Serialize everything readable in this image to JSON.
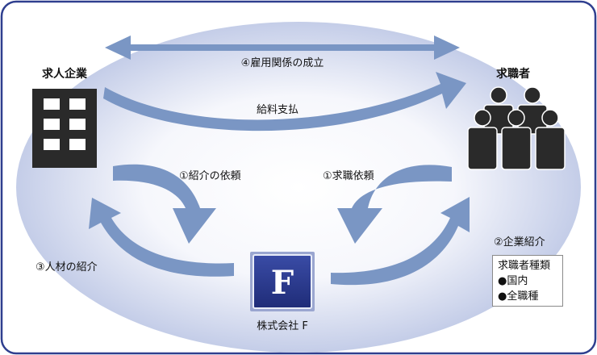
{
  "colors": {
    "border": "#2f3f8f",
    "arrow": "#7a96c4",
    "ellipse_edge": "#c7d0ea",
    "ellipse_center": "#ffffff",
    "dark": "#2a2a2a",
    "logo": "#2a3a8c"
  },
  "labels": {
    "employer": "求人企業",
    "job_seeker": "求職者",
    "employment": "④雇用関係の成立",
    "salary": "給料支払",
    "referral_request": "①紹介の依頼",
    "job_request": "①求職依頼",
    "talent_referral": "③人材の紹介",
    "company_referral": "②企業紹介",
    "company_f": "株式会社 F",
    "logo_letter": "F"
  },
  "seeker_types": {
    "title": "求職者種類",
    "items": [
      "●国内",
      "●全職種"
    ]
  },
  "icons": {
    "employer": "office-building-icon",
    "job_seeker": "people-group-icon",
    "company": "company-logo-icon"
  }
}
